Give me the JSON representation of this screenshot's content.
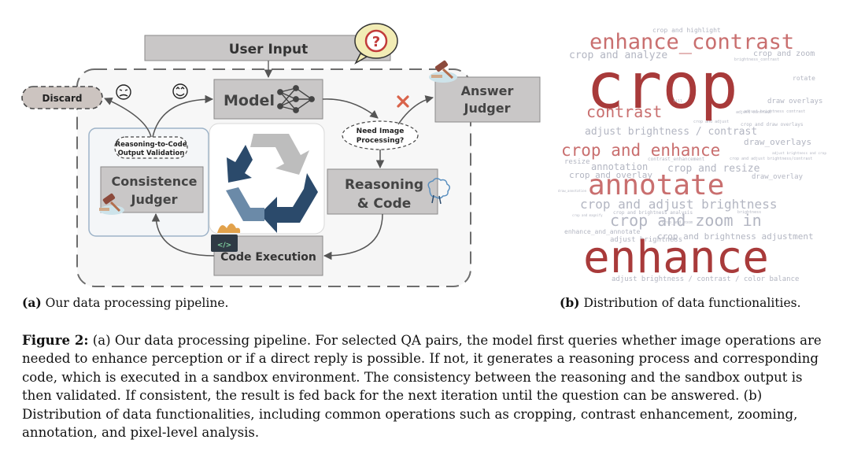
{
  "diagram": {
    "user_input": "User Input",
    "model": "Model",
    "answer_judger": [
      "Answer",
      "Judger"
    ],
    "discard": "Discard",
    "reasoning_to_code": [
      "Reasoning-to-Code",
      "Output Validation"
    ],
    "need_image": [
      "Need Image",
      "Processing?"
    ],
    "consistence_judger": [
      "Consistence",
      "Judger"
    ],
    "reasoning_code": [
      "Reasoning",
      "& Code"
    ],
    "code_execution": "Code Execution",
    "question_mark": "?",
    "code_tag": "</>"
  },
  "subcaptions": {
    "a": {
      "label": "(a)",
      "text": "Our data processing pipeline."
    },
    "b": {
      "label": "(b)",
      "text": "Distribution of data functionalities."
    }
  },
  "caption": {
    "label": "Figure 2:",
    "text": "(a) Our data processing pipeline. For selected QA pairs, the model first queries whether image operations are needed to enhance perception or if a direct reply is possible. If not, it generates a reasoning process and corresponding code, which is executed in a sandbox environment. The consistency between the reasoning and the sandbox output is then validated. If consistent, the result is fed back for the next iteration until the question can be answered. (b) Distribution of data functionalities, including common operations such as cropping, contrast enhancement, zooming, annotation, and pixel-level analysis."
  },
  "wordcloud": {
    "colors": {
      "dark": "#a83a3a",
      "mid": "#c96f6f",
      "light": "#b3b6c2"
    },
    "words": [
      {
        "text": "crop and highlight",
        "size": 8,
        "color": "light"
      },
      {
        "text": "enhance_contrast",
        "size": 27,
        "color": "mid"
      },
      {
        "text": "crop and analyze",
        "size": 13,
        "color": "light"
      },
      {
        "text": "crop and zoom",
        "size": 10,
        "color": "light"
      },
      {
        "text": "brightness_contrast",
        "size": 5,
        "color": "light"
      },
      {
        "text": "crop",
        "size": 80,
        "color": "dark"
      },
      {
        "text": "rotate",
        "size": 8,
        "color": "light"
      },
      {
        "text": "draw overlays",
        "size": 9,
        "color": "light"
      },
      {
        "text": "contrast",
        "size": 20,
        "color": "mid"
      },
      {
        "text": "fill",
        "size": 5,
        "color": "light"
      },
      {
        "text": "adjust contrast",
        "size": 5,
        "color": "light"
      },
      {
        "text": "adjust brightness contrast",
        "size": 5,
        "color": "light"
      },
      {
        "text": "crop and adjust",
        "size": 5,
        "color": "light"
      },
      {
        "text": "crop and draw overlays",
        "size": 6,
        "color": "light"
      },
      {
        "text": "adjust brightness / contrast",
        "size": 13,
        "color": "light"
      },
      {
        "text": "draw_overlays",
        "size": 11,
        "color": "light"
      },
      {
        "text": "crop and enhance",
        "size": 21,
        "color": "mid"
      },
      {
        "text": "adjust brightness and crop",
        "size": 5,
        "color": "light"
      },
      {
        "text": "resize",
        "size": 9,
        "color": "light"
      },
      {
        "text": "contrast_enhancement",
        "size": 6,
        "color": "light"
      },
      {
        "text": "crop and adjust brightness/contrast",
        "size": 5,
        "color": "light"
      },
      {
        "text": "annotation",
        "size": 12,
        "color": "light"
      },
      {
        "text": "crop and resize",
        "size": 13,
        "color": "light"
      },
      {
        "text": "crop and overlay",
        "size": 11,
        "color": "light"
      },
      {
        "text": "draw_overlay",
        "size": 9,
        "color": "light"
      },
      {
        "text": "annotate",
        "size": 36,
        "color": "mid"
      },
      {
        "text": "draw_annotation",
        "size": 4,
        "color": "light"
      },
      {
        "text": "crop and adjust brightness",
        "size": 16,
        "color": "light"
      },
      {
        "text": "crop and magnify",
        "size": 4,
        "color": "light"
      },
      {
        "text": "crop and brightness analysis",
        "size": 6,
        "color": "light"
      },
      {
        "text": "brightness",
        "size": 5,
        "color": "light"
      },
      {
        "text": "crop and zoom in",
        "size": 20,
        "color": "light"
      },
      {
        "text": "crop_and_zoom",
        "size": 5,
        "color": "light"
      },
      {
        "text": "enhance_and_annotate",
        "size": 8,
        "color": "light"
      },
      {
        "text": "crop and brightness adjustment",
        "size": 11,
        "color": "light"
      },
      {
        "text": "adjust brightness",
        "size": 9,
        "color": "light"
      },
      {
        "text": "enhance",
        "size": 56,
        "color": "dark"
      },
      {
        "text": "adjust brightness / contrast / color balance",
        "size": 9,
        "color": "light"
      }
    ]
  }
}
